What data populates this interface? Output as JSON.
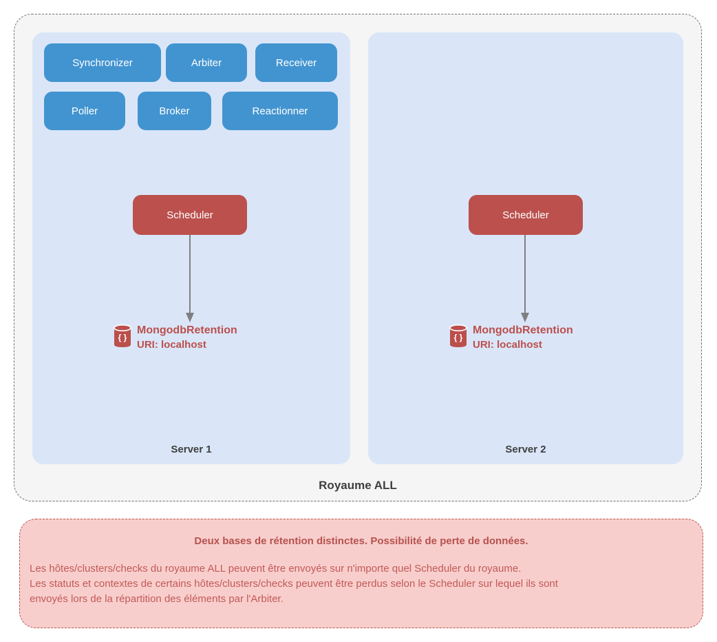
{
  "royaume": {
    "label": "Royaume ALL",
    "servers": [
      {
        "label": "Server 1",
        "components": [
          "Synchronizer",
          "Arbiter",
          "Receiver",
          "Poller",
          "Broker",
          "Reactionner"
        ],
        "scheduler_label": "Scheduler",
        "database": {
          "name": "MongodbRetention",
          "uri": "URI: localhost"
        }
      },
      {
        "label": "Server 2",
        "scheduler_label": "Scheduler",
        "database": {
          "name": "MongodbRetention",
          "uri": "URI: localhost"
        }
      }
    ]
  },
  "warning": {
    "title": "Deux bases de rétention distinctes. Possibilité de perte de données.",
    "body_lines": [
      "Les hôtes/clusters/checks du royaume ALL peuvent être envoyés sur n'importe quel Scheduler du royaume.",
      "Les statuts et contextes de certains hôtes/clusters/checks peuvent être perdus selon le Scheduler sur lequel ils sont",
      "envoyés lors de la répartition des éléments par l'Arbiter."
    ]
  },
  "colors": {
    "component_blue": "#4294d0",
    "scheduler_red": "#bb504d",
    "panel_blue": "#dae6f8",
    "royaume_bg": "#f5f5f5",
    "warning_bg": "#f8cecc",
    "warning_border": "#b85450",
    "mongo_text": "#bb4f4c",
    "arrow_gray": "#7f7f7f"
  }
}
